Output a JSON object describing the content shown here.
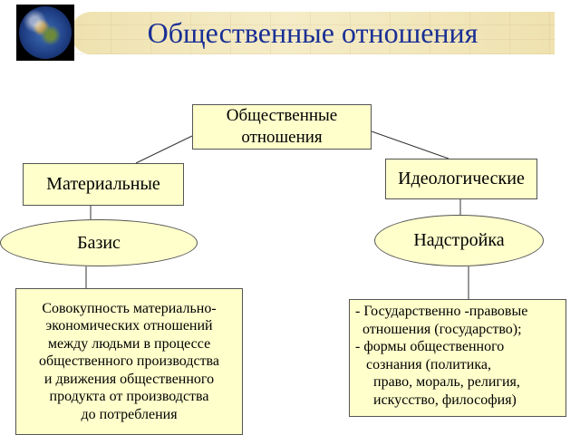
{
  "header": {
    "title": "Общественные отношения"
  },
  "diagram": {
    "root": {
      "lines": [
        "Общественные",
        "отношения"
      ]
    },
    "material": {
      "label": "Материальные"
    },
    "ideological": {
      "label": "Идеологические"
    },
    "basis": {
      "label": "Базис"
    },
    "superstructure": {
      "label": "Надстройка"
    },
    "basis_description": {
      "lines": [
        "Совокупность материально-",
        "экономических отношений",
        "между людьми в процессе",
        "общественного производства",
        "и движения общественного",
        "продукта от производства",
        "до потребления"
      ]
    },
    "superstructure_description": {
      "lines": [
        "- Государственно -правовые",
        "  отношения (государство);",
        "- формы общественного",
        "   сознания (политика,",
        "     право, мораль, религия,",
        "     искусство, философия)"
      ]
    }
  },
  "colors": {
    "title": "#1a2f95",
    "box_fill": "#ffffcc",
    "header_band": "#efe2b0"
  },
  "icons": {
    "header_logo": "globe-icon"
  }
}
